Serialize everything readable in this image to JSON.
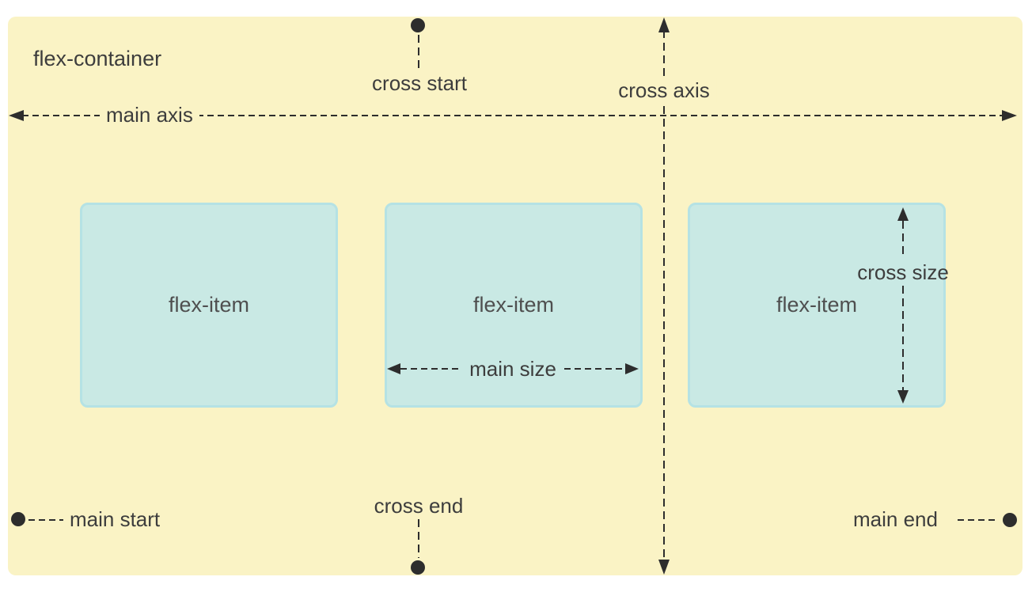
{
  "labels": {
    "flex_container": "flex-container",
    "main_axis": "main axis",
    "cross_axis": "cross axis",
    "cross_start": "cross start",
    "cross_end": "cross end",
    "main_start": "main start",
    "main_end": "main end",
    "main_size": "main size",
    "cross_size": "cross size"
  },
  "items": [
    {
      "label": "flex-item"
    },
    {
      "label": "flex-item"
    },
    {
      "label": "flex-item"
    }
  ],
  "colors": {
    "page_bg": "#ffffff",
    "container_bg": "#faf3c5",
    "item_bg": "#c9e9e4",
    "item_border": "#b5e2e4",
    "line": "#2d2d2d",
    "label_text": "#3d3d3d",
    "item_text": "#4f4f4f"
  }
}
